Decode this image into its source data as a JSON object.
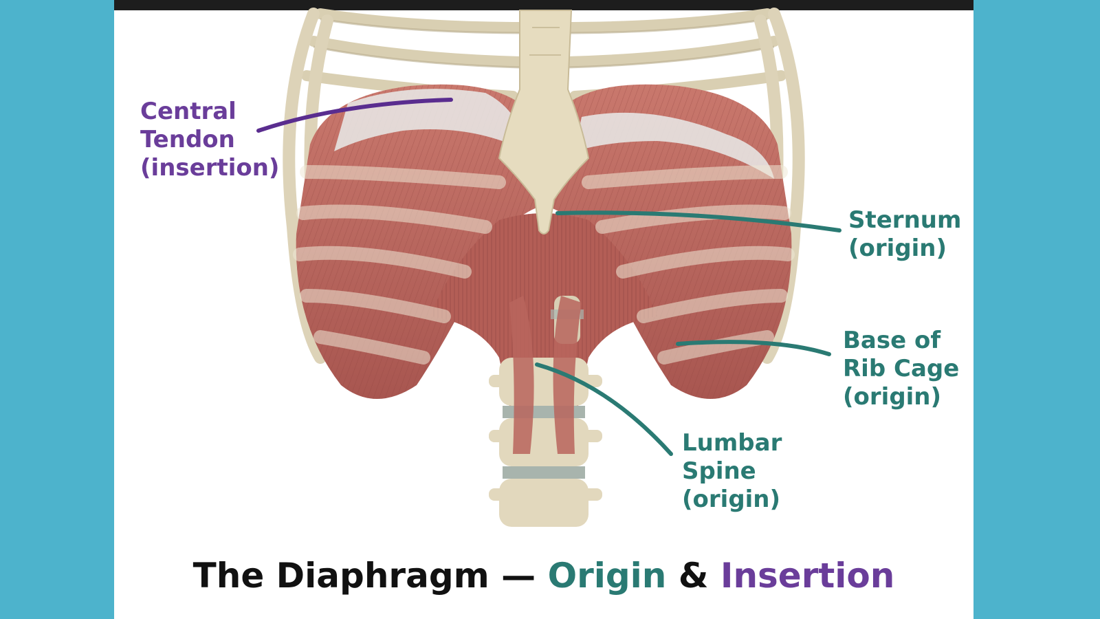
{
  "labels": {
    "central_tendon": [
      "Central",
      "Tendon",
      "(insertion)"
    ],
    "sternum": [
      "Sternum",
      "(origin)"
    ],
    "rib_cage": [
      "Base of",
      "Rib Cage",
      "(origin)"
    ],
    "lumbar_spine": [
      "Lumbar",
      "Spine",
      "(origin)"
    ]
  },
  "caption": {
    "prefix": "The Diaphragm —",
    "origin": "Origin",
    "amp": "&",
    "insertion": "Insertion"
  },
  "colors": {
    "background": "#4db3cc",
    "insertion": "#6a3d9a",
    "origin": "#2a7a73",
    "muscle": "#b8645c",
    "bone": "#e8dfc6"
  }
}
